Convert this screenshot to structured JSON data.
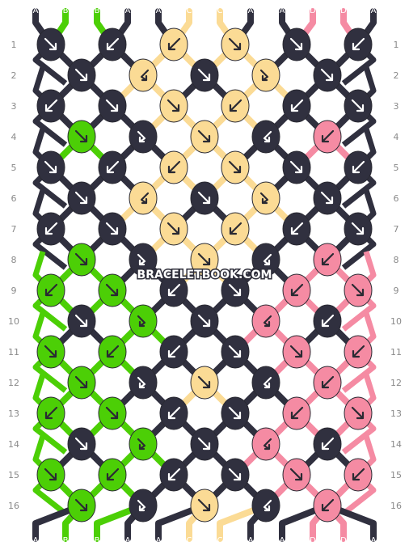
{
  "watermark": "BRACELETBOOK.COM",
  "colors": {
    "A": "#30303f",
    "B": "#4ccf06",
    "C": "#fbdb95",
    "D": "#f58ba3"
  },
  "arrow_color": "#ffffff",
  "strings_top": [
    "A",
    "B",
    "B",
    "A",
    "A",
    "C",
    "C",
    "A",
    "A",
    "D",
    "D",
    "A"
  ],
  "strings_bottom": [
    "A",
    "B",
    "B",
    "A",
    "A",
    "C",
    "C",
    "A",
    "A",
    "D",
    "D",
    "A"
  ],
  "row_labels": [
    "1",
    "2",
    "3",
    "4",
    "5",
    "6",
    "7",
    "8",
    "9",
    "10",
    "11",
    "12",
    "13",
    "14",
    "15",
    "16"
  ],
  "rows": [
    [
      {
        "c": "A",
        "d": "R"
      },
      {
        "c": "A",
        "d": "L"
      },
      {
        "c": "C",
        "d": "L"
      },
      {
        "c": "C",
        "d": "R"
      },
      {
        "c": "A",
        "d": "R"
      },
      {
        "c": "A",
        "d": "L"
      }
    ],
    [
      {
        "c": "A",
        "d": "R"
      },
      {
        "c": "C",
        "d": "Lb"
      },
      {
        "c": "A",
        "d": "R"
      },
      {
        "c": "C",
        "d": "Rb"
      },
      {
        "c": "A",
        "d": "R"
      }
    ],
    [
      {
        "c": "A",
        "d": "L"
      },
      {
        "c": "A",
        "d": "R"
      },
      {
        "c": "C",
        "d": "R"
      },
      {
        "c": "C",
        "d": "L"
      },
      {
        "c": "A",
        "d": "L"
      },
      {
        "c": "A",
        "d": "R"
      }
    ],
    [
      {
        "c": "B",
        "d": "R"
      },
      {
        "c": "A",
        "d": "Rb"
      },
      {
        "c": "C",
        "d": "R"
      },
      {
        "c": "A",
        "d": "Lb"
      },
      {
        "c": "D",
        "d": "L"
      }
    ],
    [
      {
        "c": "A",
        "d": "R"
      },
      {
        "c": "A",
        "d": "L"
      },
      {
        "c": "C",
        "d": "L"
      },
      {
        "c": "C",
        "d": "R"
      },
      {
        "c": "A",
        "d": "R"
      },
      {
        "c": "A",
        "d": "L"
      }
    ],
    [
      {
        "c": "A",
        "d": "R"
      },
      {
        "c": "C",
        "d": "Lb"
      },
      {
        "c": "A",
        "d": "R"
      },
      {
        "c": "C",
        "d": "Rb"
      },
      {
        "c": "A",
        "d": "R"
      }
    ],
    [
      {
        "c": "A",
        "d": "L"
      },
      {
        "c": "A",
        "d": "R"
      },
      {
        "c": "C",
        "d": "R"
      },
      {
        "c": "C",
        "d": "L"
      },
      {
        "c": "A",
        "d": "L"
      },
      {
        "c": "A",
        "d": "R"
      }
    ],
    [
      {
        "c": "B",
        "d": "R"
      },
      {
        "c": "A",
        "d": "Rb"
      },
      {
        "c": "C",
        "d": "R"
      },
      {
        "c": "A",
        "d": "Lb"
      },
      {
        "c": "D",
        "d": "L"
      }
    ],
    [
      {
        "c": "B",
        "d": "L"
      },
      {
        "c": "B",
        "d": "R"
      },
      {
        "c": "A",
        "d": "L"
      },
      {
        "c": "A",
        "d": "R"
      },
      {
        "c": "D",
        "d": "L"
      },
      {
        "c": "D",
        "d": "R"
      }
    ],
    [
      {
        "c": "A",
        "d": "R"
      },
      {
        "c": "B",
        "d": "Rb"
      },
      {
        "c": "A",
        "d": "R"
      },
      {
        "c": "D",
        "d": "Lb"
      },
      {
        "c": "A",
        "d": "L"
      }
    ],
    [
      {
        "c": "B",
        "d": "R"
      },
      {
        "c": "B",
        "d": "L"
      },
      {
        "c": "A",
        "d": "L"
      },
      {
        "c": "A",
        "d": "R"
      },
      {
        "c": "D",
        "d": "R"
      },
      {
        "c": "D",
        "d": "L"
      }
    ],
    [
      {
        "c": "B",
        "d": "R"
      },
      {
        "c": "A",
        "d": "Rb"
      },
      {
        "c": "C",
        "d": "R"
      },
      {
        "c": "A",
        "d": "Lb"
      },
      {
        "c": "D",
        "d": "L"
      }
    ],
    [
      {
        "c": "B",
        "d": "L"
      },
      {
        "c": "B",
        "d": "R"
      },
      {
        "c": "A",
        "d": "L"
      },
      {
        "c": "A",
        "d": "R"
      },
      {
        "c": "D",
        "d": "L"
      },
      {
        "c": "D",
        "d": "R"
      }
    ],
    [
      {
        "c": "A",
        "d": "R"
      },
      {
        "c": "B",
        "d": "Rb"
      },
      {
        "c": "A",
        "d": "R"
      },
      {
        "c": "D",
        "d": "Lb"
      },
      {
        "c": "A",
        "d": "L"
      }
    ],
    [
      {
        "c": "B",
        "d": "R"
      },
      {
        "c": "B",
        "d": "L"
      },
      {
        "c": "A",
        "d": "L"
      },
      {
        "c": "A",
        "d": "R"
      },
      {
        "c": "D",
        "d": "R"
      },
      {
        "c": "D",
        "d": "L"
      }
    ],
    [
      {
        "c": "B",
        "d": "R"
      },
      {
        "c": "A",
        "d": "Rb"
      },
      {
        "c": "C",
        "d": "R"
      },
      {
        "c": "A",
        "d": "Lb"
      },
      {
        "c": "D",
        "d": "L"
      }
    ]
  ]
}
